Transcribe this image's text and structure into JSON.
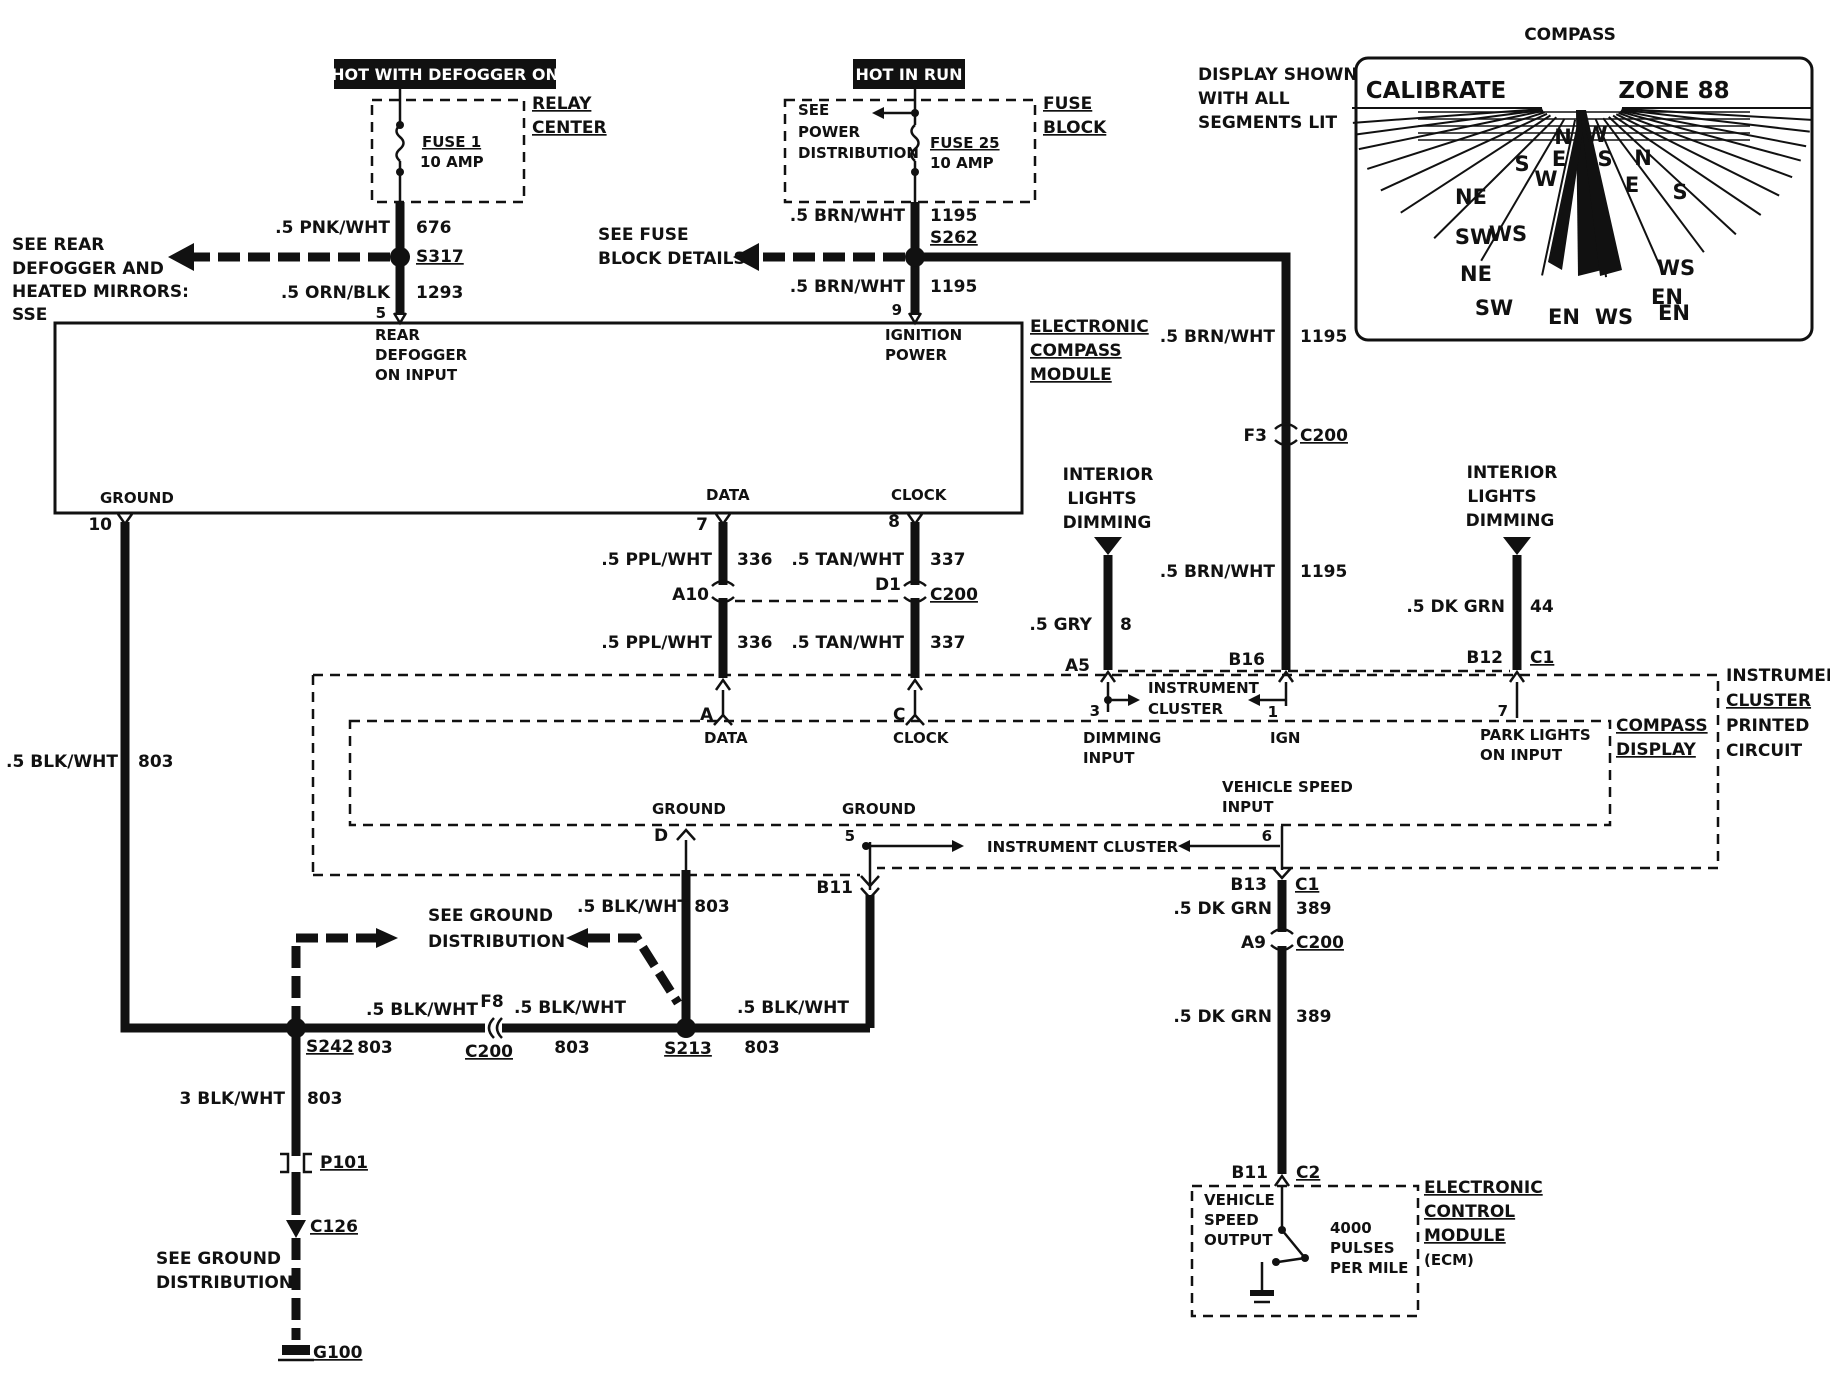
{
  "headers": {
    "hot_defogger": "HOT WITH DEFOGGER ON",
    "hot_run": "HOT IN RUN"
  },
  "relay_center": {
    "line1": "RELAY",
    "line2": "CENTER",
    "fuse_name": "FUSE 1",
    "fuse_amp": "10 AMP"
  },
  "fuse_block": {
    "line1": "FUSE",
    "line2": "BLOCK",
    "fuse_name": "FUSE 25",
    "fuse_amp": "10 AMP",
    "see_line1": "SEE",
    "see_line2": "POWER",
    "see_line3": "DISTRIBUTION"
  },
  "left_wire": {
    "top_wire": ".5 PNK/WHT",
    "top_circuit": "676",
    "splice": "S317",
    "bottom_wire": ".5 ORN/BLK",
    "bottom_circuit": "1293",
    "pin": "5",
    "see1": "SEE REAR",
    "see2": "DEFOGGER AND",
    "see3": "HEATED MIRRORS:",
    "see4": "SSE"
  },
  "center_wire": {
    "top_wire": ".5 BRN/WHT",
    "top_circuit": "1195",
    "splice": "S262",
    "bottom_wire": ".5 BRN/WHT",
    "bottom_circuit": "1195",
    "pin": "9",
    "see1": "SEE FUSE",
    "see2": "BLOCK DETAILS"
  },
  "module": {
    "name1": "ELECTRONIC",
    "name2": "COMPASS",
    "name3": "MODULE",
    "rear1": "REAR",
    "rear2": "DEFOGGER",
    "rear3": "ON INPUT",
    "ign1": "IGNITION",
    "ign2": "POWER",
    "ground": "GROUND",
    "ground_pin": "10",
    "data": "DATA",
    "data_pin": "7",
    "clock": "CLOCK",
    "clock_pin": "8"
  },
  "data_circuit": {
    "wire": ".5 PPL/WHT",
    "circuit": "336",
    "connector": "A10",
    "wire2": ".5 PPL/WHT",
    "circuit2": "336",
    "pin": "A",
    "label": "DATA"
  },
  "clock_circuit": {
    "wire": ".5 TAN/WHT",
    "circuit": "337",
    "connector": "D1",
    "connector_name": "C200",
    "wire2": ".5 TAN/WHT",
    "circuit2": "337",
    "pin": "C",
    "label": "CLOCK"
  },
  "ign_circuit": {
    "wire": ".5 BRN/WHT",
    "circuit": "1195",
    "connector": "F3",
    "connector_name": "C200",
    "wire2": ".5 BRN/WHT",
    "circuit2": "1195",
    "cavity": "B16",
    "pin": "1",
    "label": "IGN"
  },
  "dimming": {
    "title1": "INTERIOR",
    "title2": "LIGHTS",
    "title3": "DIMMING",
    "wire": ".5 GRY",
    "circuit": "8",
    "cavity": "A5",
    "pin": "3",
    "label1": "DIMMING",
    "label2": "INPUT",
    "cluster1": "INSTRUMENT",
    "cluster2": "CLUSTER"
  },
  "park": {
    "title1": "INTERIOR",
    "title2": "LIGHTS",
    "title3": "DIMMING",
    "wire": ".5 DK GRN",
    "circuit": "44",
    "cavity": "B12",
    "connector": "C1",
    "pin": "7",
    "label1": "PARK LIGHTS",
    "label2": "ON INPUT"
  },
  "ipc": {
    "name1": "INSTRUMENT",
    "name2": "CLUSTER",
    "name3": "PRINTED",
    "name4": "CIRCUIT",
    "display1": "COMPASS",
    "display2": "DISPLAY",
    "cluster_mid": "INSTRUMENT CLUSTER",
    "ground_d": "GROUND",
    "pin_d": "D",
    "ground_5": "GROUND",
    "pin_5": "5",
    "vss1": "VEHICLE SPEED",
    "vss2": "INPUT",
    "pin_6": "6",
    "b11": "B11",
    "b13": "B13",
    "c1": "C1"
  },
  "compass": {
    "title": "COMPASS",
    "note1": "DISPLAY SHOWN",
    "note2": "WITH ALL",
    "note3": "SEGMENTS LIT",
    "calibrate": "CALIBRATE",
    "zone": "ZONE 88",
    "dirs": [
      "S",
      "N",
      "W",
      "S",
      "N",
      "E",
      "W",
      "E",
      "S",
      "NE",
      "WS",
      "SW",
      "EN",
      "NE",
      "WS",
      "SW",
      "EN",
      "WS",
      "EN"
    ]
  },
  "ground_tree": {
    "left_wire": ".5 BLK/WHT",
    "left_circuit": "803",
    "see1": "SEE GROUND",
    "see2": "DISTRIBUTION",
    "s242": "S242",
    "c200": "C200",
    "f8": "F8",
    "w1": ".5 BLK/WHT",
    "c1": "803",
    "w2": ".5 BLK/WHT",
    "c2": "803",
    "w3": ".5 BLK/WHT",
    "c3": "803",
    "w4": ".5 BLK/WHT",
    "c4": "803",
    "s213": "S213",
    "main_wire": "3 BLK/WHT",
    "main_circuit": "803",
    "p101": "P101",
    "c126": "C126",
    "see3": "SEE GROUND",
    "see4": "DISTRIBUTION",
    "g100": "G100"
  },
  "vss_circuit": {
    "wire": ".5 DK GRN",
    "circuit": "389",
    "connector": "A9",
    "connector_name": "C200",
    "wire2": ".5 DK GRN",
    "circuit2": "389",
    "cavity": "B11",
    "connector2": "C2"
  },
  "ecm": {
    "name1": "ELECTRONIC",
    "name2": "CONTROL",
    "name3": "MODULE",
    "name4": "(ECM)",
    "vso1": "VEHICLE",
    "vso2": "SPEED",
    "vso3": "OUTPUT",
    "p1": "4000",
    "p2": "PULSES",
    "p3": "PER MILE"
  }
}
